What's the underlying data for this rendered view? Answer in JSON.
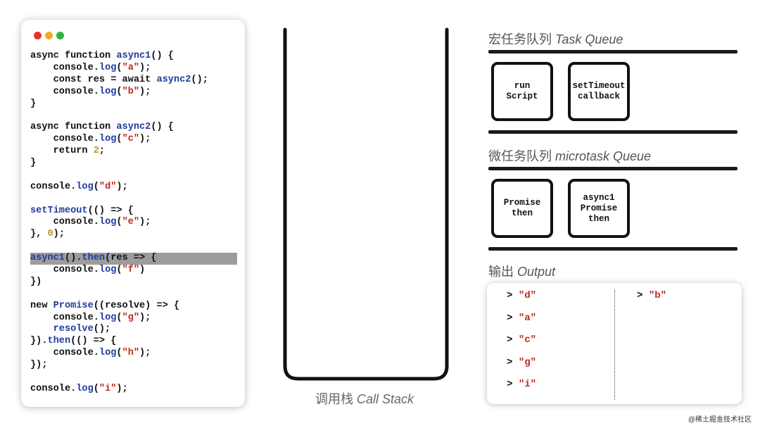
{
  "window": {
    "controls": [
      {
        "name": "close-dot-icon",
        "color": "#e6342a"
      },
      {
        "name": "minimize-dot-icon",
        "color": "#f3a826"
      },
      {
        "name": "maximize-dot-icon",
        "color": "#2bb53a"
      }
    ]
  },
  "code": {
    "lines": [
      [
        [
          "async function ",
          "kw"
        ],
        [
          "async1",
          "fn"
        ],
        [
          "() {",
          "kw"
        ]
      ],
      [
        [
          "    console.",
          "kw"
        ],
        [
          "log",
          "fn"
        ],
        [
          "(",
          "kw"
        ],
        [
          "\"a\"",
          "str"
        ],
        [
          ");",
          "kw"
        ]
      ],
      [
        [
          "    const res = await ",
          "kw"
        ],
        [
          "async2",
          "fn"
        ],
        [
          "();",
          "kw"
        ]
      ],
      [
        [
          "    console.",
          "kw"
        ],
        [
          "log",
          "fn"
        ],
        [
          "(",
          "kw"
        ],
        [
          "\"b\"",
          "str"
        ],
        [
          ");",
          "kw"
        ]
      ],
      [
        [
          "}",
          "kw"
        ]
      ],
      [],
      [
        [
          "async function ",
          "kw"
        ],
        [
          "async2",
          "fn"
        ],
        [
          "() {",
          "kw"
        ]
      ],
      [
        [
          "    console.",
          "kw"
        ],
        [
          "log",
          "fn"
        ],
        [
          "(",
          "kw"
        ],
        [
          "\"c\"",
          "str"
        ],
        [
          ");",
          "kw"
        ]
      ],
      [
        [
          "    return ",
          "kw"
        ],
        [
          "2",
          "num"
        ],
        [
          ";",
          "kw"
        ]
      ],
      [
        [
          "}",
          "kw"
        ]
      ],
      [],
      [
        [
          "console.",
          "kw"
        ],
        [
          "log",
          "fn"
        ],
        [
          "(",
          "kw"
        ],
        [
          "\"d\"",
          "str"
        ],
        [
          ");",
          "kw"
        ]
      ],
      [],
      [
        [
          "setTimeout",
          "fn"
        ],
        [
          "(() => {",
          "kw"
        ]
      ],
      [
        [
          "    console.",
          "kw"
        ],
        [
          "log",
          "fn"
        ],
        [
          "(",
          "kw"
        ],
        [
          "\"e\"",
          "str"
        ],
        [
          ");",
          "kw"
        ]
      ],
      [
        [
          "}, ",
          "kw"
        ],
        [
          "0",
          "num"
        ],
        [
          ");",
          "kw"
        ]
      ],
      [],
      [
        [
          "async1",
          "fn"
        ],
        [
          "().",
          "kw"
        ],
        [
          "then",
          "fn"
        ],
        [
          "(res => {",
          "kw"
        ]
      ],
      [
        [
          "    console.",
          "kw"
        ],
        [
          "log",
          "fn"
        ],
        [
          "(",
          "kw"
        ],
        [
          "\"f\"",
          "str"
        ],
        [
          ")",
          "kw"
        ]
      ],
      [
        [
          "})",
          "kw"
        ]
      ],
      [],
      [
        [
          "new ",
          "kw"
        ],
        [
          "Promise",
          "fn"
        ],
        [
          "((resolve) => {",
          "kw"
        ]
      ],
      [
        [
          "    console.",
          "kw"
        ],
        [
          "log",
          "fn"
        ],
        [
          "(",
          "kw"
        ],
        [
          "\"g\"",
          "str"
        ],
        [
          ");",
          "kw"
        ]
      ],
      [
        [
          "    resolve",
          "fn"
        ],
        [
          "();",
          "kw"
        ]
      ],
      [
        [
          "}).",
          "kw"
        ],
        [
          "then",
          "fn"
        ],
        [
          "(() => {",
          "kw"
        ]
      ],
      [
        [
          "    console.",
          "kw"
        ],
        [
          "log",
          "fn"
        ],
        [
          "(",
          "kw"
        ],
        [
          "\"h\"",
          "str"
        ],
        [
          ");",
          "kw"
        ]
      ],
      [
        [
          "});",
          "kw"
        ]
      ],
      [],
      [
        [
          "console.",
          "kw"
        ],
        [
          "log",
          "fn"
        ],
        [
          "(",
          "kw"
        ],
        [
          "\"i\"",
          "str"
        ],
        [
          ");",
          "kw"
        ]
      ]
    ],
    "highlighted_line": 17
  },
  "call_stack": {
    "label_cn": "调用栈",
    "label_en": "Call Stack"
  },
  "task_queue": {
    "label_cn": "宏任务队列",
    "label_en": "Task Queue",
    "items": [
      "run\nScript",
      "setTimeout\ncallback"
    ]
  },
  "microtask_queue": {
    "label_cn": "微任务队列",
    "label_en": "microtask Queue",
    "items": [
      "Promise\nthen",
      "async1\nPromise\nthen"
    ]
  },
  "output": {
    "label_cn": "输出",
    "label_en": "Output",
    "prompt": ">",
    "column1": [
      "\"d\"",
      "\"a\"",
      "\"c\"",
      "\"g\"",
      "\"i\""
    ],
    "column2": [
      "\"b\""
    ]
  },
  "watermark": "@稀土掘金技术社区"
}
